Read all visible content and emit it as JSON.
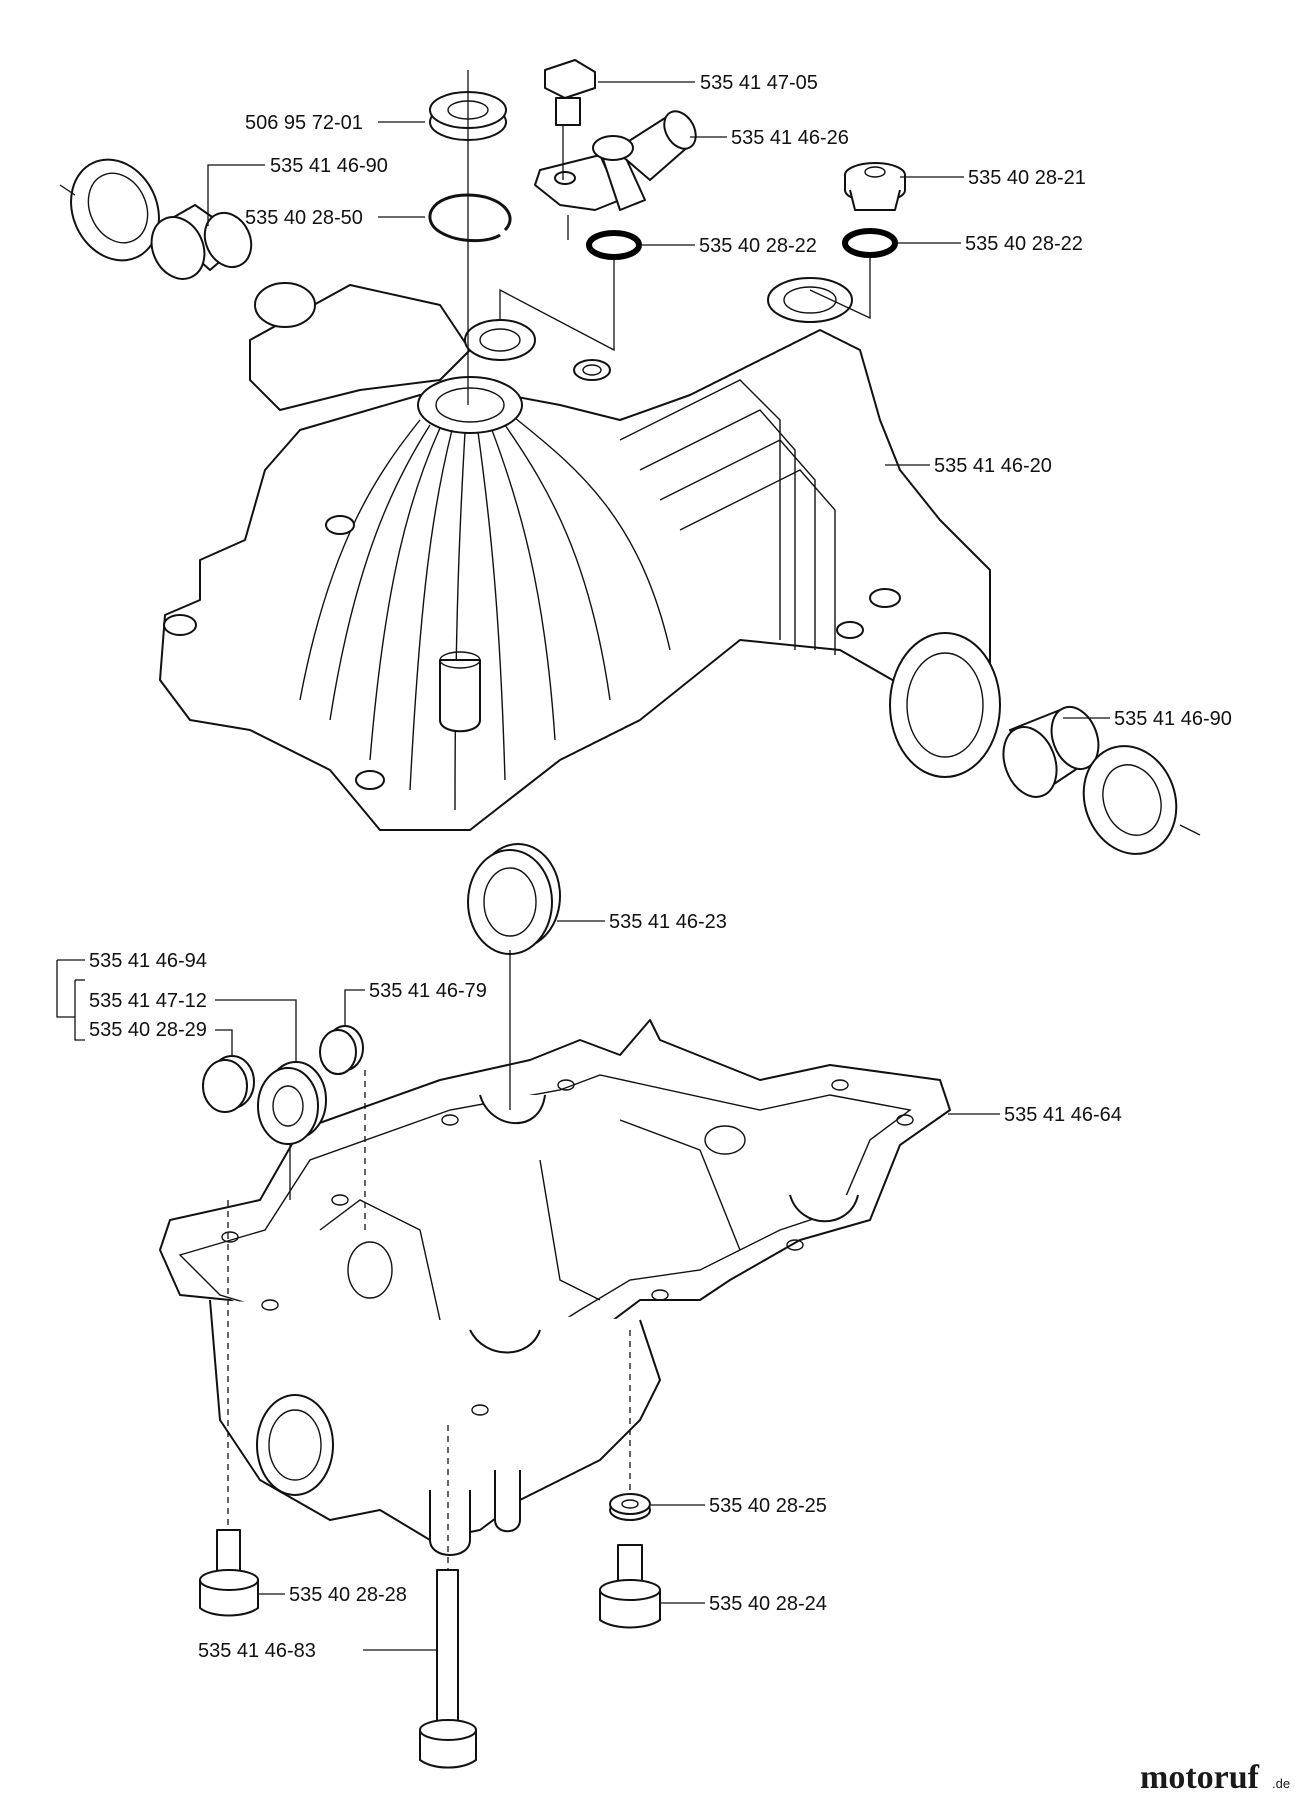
{
  "labels": {
    "top_seal_left": "535 41 46-90",
    "washer_top": "506 95 72-01",
    "snap_ring": "535 40 28-50",
    "bolt_top": "535 41 47-05",
    "fitting": "535 41 46-26",
    "plug": "535 40 28-21",
    "oring_left": "535 40 28-22",
    "oring_right": "535 40 28-22",
    "upper_housing": "535 41 46-20",
    "bushing_right": "535 41 46-90",
    "seal_lower": "535 41 46-23",
    "kit_94": "535 41 46-94",
    "kit_12": "535 41 47-12",
    "kit_29": "535 40 28-29",
    "bushing_79": "535 41 46-79",
    "lower_housing": "535 41 46-64",
    "washer_25": "535 40 28-25",
    "bolt_28": "535 40 28-28",
    "bolt_24": "535 40 28-24",
    "bolt_83": "535 41 46-83"
  },
  "brand": {
    "name": "motoruf",
    "suffix": ".de"
  }
}
